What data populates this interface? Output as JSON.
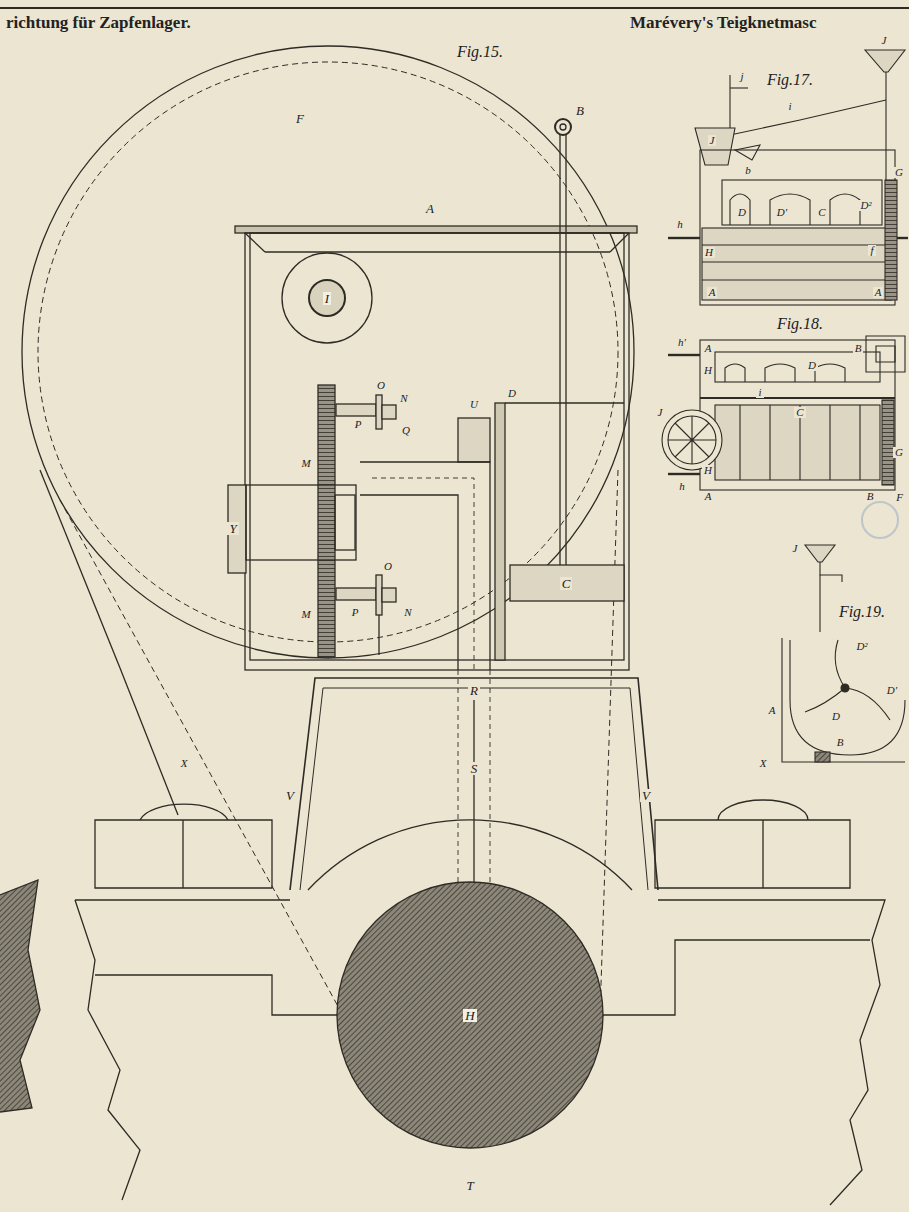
{
  "diagram": {
    "labels": [
      "richtung für Zapfenlager.",
      "Marévery's Teigknetmasc",
      "Fig.15.",
      "F",
      "B",
      "A",
      "I",
      "O",
      "N",
      "Q",
      "P",
      "U",
      "D",
      "M",
      "Y",
      "M",
      "P",
      "O",
      "N",
      "C",
      "R",
      "S",
      "V",
      "V",
      "X",
      "X",
      "H",
      "T",
      "Fig.17.",
      "J",
      "j",
      "i",
      "J",
      "b",
      "D",
      "D'",
      "C",
      "D²",
      "G",
      "H",
      "h",
      "A",
      "A",
      "f",
      "Fig.18.",
      "h'",
      "A",
      "B",
      "D",
      "H",
      "J",
      "i",
      "C",
      "G",
      "H",
      "h",
      "A",
      "B",
      "F",
      "J",
      "Fig.19.",
      "D²",
      "D'",
      "D",
      "A",
      "B"
    ]
  }
}
